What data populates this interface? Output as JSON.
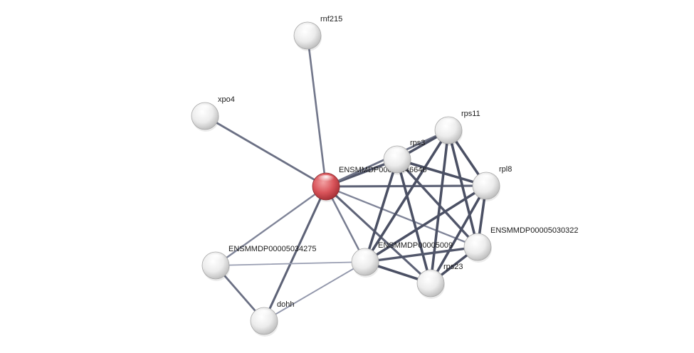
{
  "network": {
    "nodes": [
      {
        "id": "rnf215",
        "label": "rnf215",
        "color": "#ffffff",
        "query": false
      },
      {
        "id": "xpo4",
        "label": "xpo4",
        "color": "#ffffff",
        "query": false
      },
      {
        "id": "center",
        "label": "ENSMMDP00005046646",
        "color": "#e05a5e",
        "query": true
      },
      {
        "id": "rps3",
        "label": "rps3",
        "color": "#ffffff",
        "query": false
      },
      {
        "id": "rps11",
        "label": "rps11",
        "color": "#ffffff",
        "query": false
      },
      {
        "id": "rpl8",
        "label": "rpl8",
        "color": "#ffffff",
        "query": false
      },
      {
        "id": "ens030322",
        "label": "ENSMMDP00005030322",
        "color": "#ffffff",
        "query": false
      },
      {
        "id": "ens050091",
        "label": "ENSMMDP00005009",
        "color": "#ffffff",
        "query": false
      },
      {
        "id": "rps23",
        "label": "rps23",
        "color": "#ffffff",
        "query": false
      },
      {
        "id": "ens034275",
        "label": "ENSMMDP00005034275",
        "color": "#ffffff",
        "query": false
      },
      {
        "id": "dohh",
        "label": "dohh",
        "color": "#ffffff",
        "query": false
      }
    ],
    "edges": [
      {
        "source": "center",
        "target": "rnf215",
        "strength": 0.55
      },
      {
        "source": "center",
        "target": "xpo4",
        "strength": 0.6
      },
      {
        "source": "center",
        "target": "rps3",
        "strength": 0.8
      },
      {
        "source": "center",
        "target": "rpl8",
        "strength": 0.7
      },
      {
        "source": "center",
        "target": "ens030322",
        "strength": 0.45
      },
      {
        "source": "center",
        "target": "ens050091",
        "strength": 0.5
      },
      {
        "source": "center",
        "target": "rps23",
        "strength": 0.7
      },
      {
        "source": "center",
        "target": "ens034275",
        "strength": 0.45
      },
      {
        "source": "center",
        "target": "dohh",
        "strength": 0.7
      },
      {
        "source": "center",
        "target": "rps11",
        "strength": 0.6
      },
      {
        "source": "rps3",
        "target": "rps11",
        "strength": 0.85
      },
      {
        "source": "rps3",
        "target": "rpl8",
        "strength": 0.85
      },
      {
        "source": "rps3",
        "target": "ens050091",
        "strength": 0.85
      },
      {
        "source": "rps3",
        "target": "rps23",
        "strength": 0.85
      },
      {
        "source": "rps3",
        "target": "ens030322",
        "strength": 0.8
      },
      {
        "source": "rps11",
        "target": "rpl8",
        "strength": 0.85
      },
      {
        "source": "rps11",
        "target": "ens050091",
        "strength": 0.85
      },
      {
        "source": "rps11",
        "target": "rps23",
        "strength": 0.85
      },
      {
        "source": "rps11",
        "target": "ens030322",
        "strength": 0.85
      },
      {
        "source": "rpl8",
        "target": "ens030322",
        "strength": 0.85
      },
      {
        "source": "rpl8",
        "target": "rps23",
        "strength": 0.85
      },
      {
        "source": "rpl8",
        "target": "ens050091",
        "strength": 0.85
      },
      {
        "source": "ens030322",
        "target": "rps23",
        "strength": 0.85
      },
      {
        "source": "ens030322",
        "target": "ens050091",
        "strength": 0.8
      },
      {
        "source": "ens050091",
        "target": "rps23",
        "strength": 0.85
      },
      {
        "source": "ens034275",
        "target": "dohh",
        "strength": 0.6
      },
      {
        "source": "ens034275",
        "target": "ens050091",
        "strength": 0.25
      },
      {
        "source": "dohh",
        "target": "ens050091",
        "strength": 0.3
      }
    ]
  }
}
